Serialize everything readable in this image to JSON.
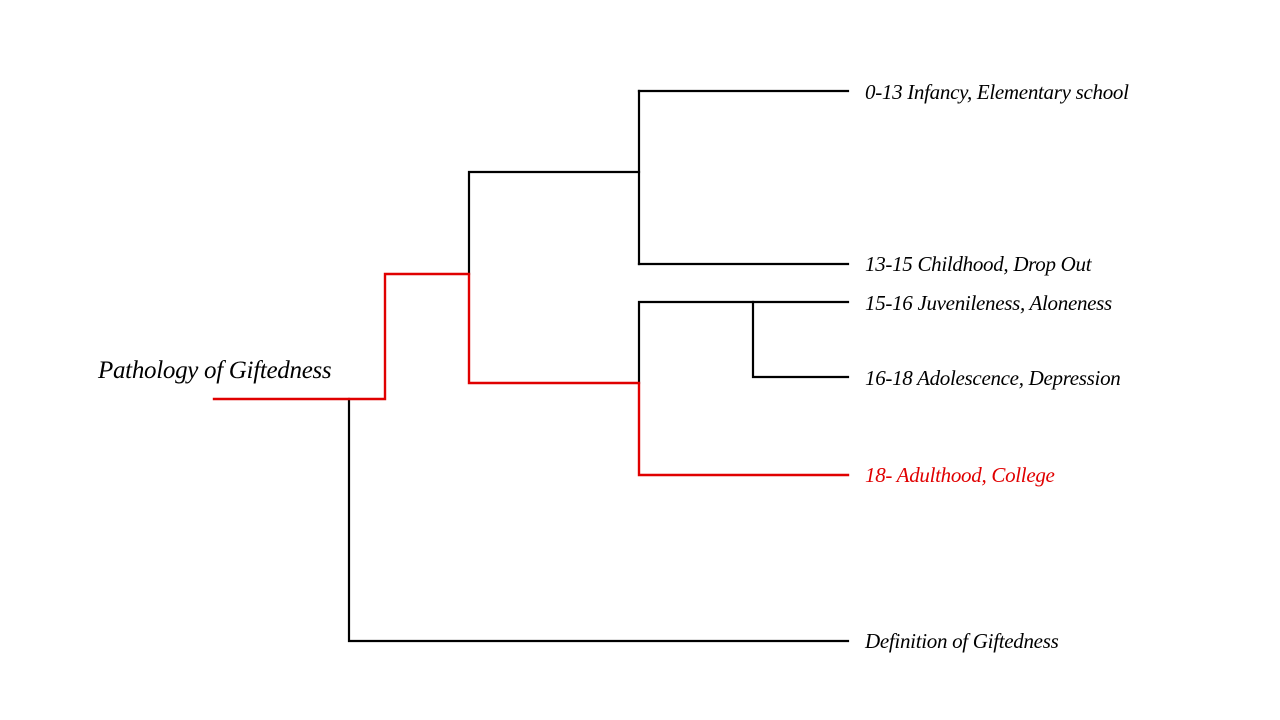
{
  "diagram": {
    "root": "Pathology of Giftedness",
    "leaves": [
      {
        "label": "0-13 Infancy, Elementary school",
        "highlighted": false
      },
      {
        "label": "13-15 Childhood, Drop Out",
        "highlighted": false
      },
      {
        "label": "15-16 Juvenileness, Aloneness",
        "highlighted": false
      },
      {
        "label": "16-18 Adolescence, Depression",
        "highlighted": false
      },
      {
        "label": "18- Adulthood, College",
        "highlighted": true
      },
      {
        "label": "Definition of Giftedness",
        "highlighted": false
      }
    ],
    "colors": {
      "default": "#000000",
      "highlight": "#e00000"
    }
  }
}
